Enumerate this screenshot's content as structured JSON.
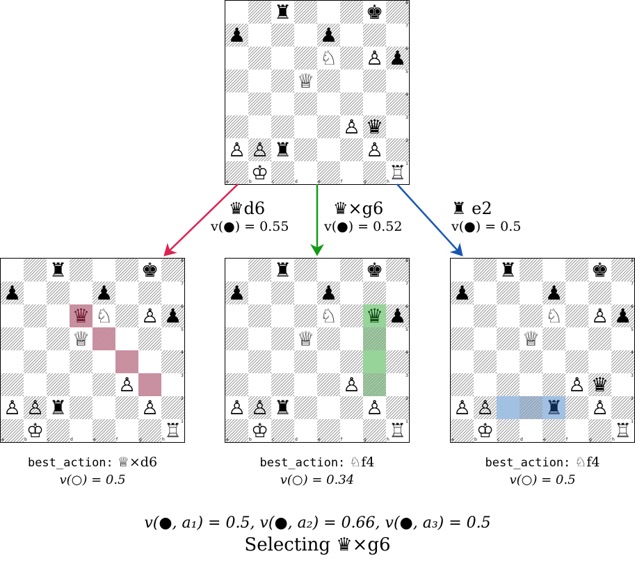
{
  "figure": {
    "description": "Chess search tree: root position expanded into three candidate black moves",
    "colors": {
      "red": "#e0204f",
      "green": "#139a14",
      "blue": "#1757b3",
      "hl_red": "#e18aa4",
      "hl_green": "#97d49a",
      "hl_blue": "#a2c0e2"
    }
  },
  "files": [
    "a",
    "b",
    "c",
    "d",
    "e",
    "f",
    "g",
    "h"
  ],
  "ranks": [
    "8",
    "7",
    "6",
    "5",
    "4",
    "3",
    "2",
    "1"
  ],
  "root_board": {
    "rows": [
      [
        "",
        "",
        "♜",
        "",
        "",
        "",
        "♚",
        ""
      ],
      [
        "♟",
        "",
        "",
        "",
        "♟",
        "",
        "",
        ""
      ],
      [
        "",
        "",
        "",
        "",
        "♘",
        "",
        "♙",
        "♟"
      ],
      [
        "",
        "",
        "",
        "♕",
        "",
        "",
        "",
        ""
      ],
      [
        "",
        "",
        "",
        "",
        "",
        "",
        "",
        ""
      ],
      [
        "",
        "",
        "",
        "",
        "",
        "♙",
        "♛",
        ""
      ],
      [
        "♙",
        "♙",
        "♜",
        "",
        "",
        "",
        "♙",
        ""
      ],
      [
        "",
        "♔",
        "",
        "",
        "",
        "",
        "",
        "♖"
      ]
    ]
  },
  "branches": [
    {
      "move_glyph": "♛",
      "move_text": "d6",
      "value_label": "v(●) = 0.55",
      "highlight": "red",
      "highlight_squares": [
        "d6",
        "e5",
        "f4",
        "g3"
      ],
      "tinted_square": "d6",
      "rows": [
        [
          "",
          "",
          "♜",
          "",
          "",
          "",
          "♚",
          ""
        ],
        [
          "♟",
          "",
          "",
          "",
          "♟",
          "",
          "",
          ""
        ],
        [
          "",
          "",
          "",
          "♛",
          "♘",
          "",
          "♙",
          "♟"
        ],
        [
          "",
          "",
          "",
          "♕",
          "",
          "",
          "",
          ""
        ],
        [
          "",
          "",
          "",
          "",
          "",
          "",
          "",
          ""
        ],
        [
          "",
          "",
          "",
          "",
          "",
          "♙",
          "",
          ""
        ],
        [
          "♙",
          "♙",
          "♜",
          "",
          "",
          "",
          "♙",
          ""
        ],
        [
          "",
          "♔",
          "",
          "",
          "",
          "",
          "",
          "♖"
        ]
      ],
      "best_action_label": "best_action:",
      "best_action_glyph": "♕",
      "best_action_text": "×d6",
      "opponent_value": "v(○) = 0.5"
    },
    {
      "move_glyph": "♛",
      "move_text": "×g6",
      "value_label": "v(●) = 0.52",
      "highlight": "green",
      "highlight_squares": [
        "g6",
        "g5",
        "g4",
        "g3"
      ],
      "tinted_square": "g6",
      "rows": [
        [
          "",
          "",
          "♜",
          "",
          "",
          "",
          "♚",
          ""
        ],
        [
          "♟",
          "",
          "",
          "",
          "♟",
          "",
          "",
          ""
        ],
        [
          "",
          "",
          "",
          "",
          "♘",
          "",
          "♛",
          "♟"
        ],
        [
          "",
          "",
          "",
          "♕",
          "",
          "",
          "",
          ""
        ],
        [
          "",
          "",
          "",
          "",
          "",
          "",
          "",
          ""
        ],
        [
          "",
          "",
          "",
          "",
          "",
          "♙",
          "",
          ""
        ],
        [
          "♙",
          "♙",
          "♜",
          "",
          "",
          "",
          "♙",
          ""
        ],
        [
          "",
          "♔",
          "",
          "",
          "",
          "",
          "",
          "♖"
        ]
      ],
      "best_action_label": "best_action:",
      "best_action_glyph": "♘",
      "best_action_text": "f4",
      "opponent_value": "v(○) = 0.34"
    },
    {
      "move_glyph": "♜",
      "move_text": "e2",
      "value_label": "v(●) = 0.5",
      "highlight": "blue",
      "highlight_squares": [
        "c2",
        "d2",
        "e2"
      ],
      "tinted_square": "e2",
      "rows": [
        [
          "",
          "",
          "♜",
          "",
          "",
          "",
          "♚",
          ""
        ],
        [
          "♟",
          "",
          "",
          "",
          "♟",
          "",
          "",
          ""
        ],
        [
          "",
          "",
          "",
          "",
          "♘",
          "",
          "♙",
          "♟"
        ],
        [
          "",
          "",
          "",
          "♕",
          "",
          "",
          "",
          ""
        ],
        [
          "",
          "",
          "",
          "",
          "",
          "",
          "",
          ""
        ],
        [
          "",
          "",
          "",
          "",
          "",
          "♙",
          "♛",
          ""
        ],
        [
          "♙",
          "♙",
          "",
          "",
          "♜",
          "",
          "♙",
          ""
        ],
        [
          "",
          "♔",
          "",
          "",
          "",
          "",
          "",
          "♖"
        ]
      ],
      "best_action_label": "best_action:",
      "best_action_glyph": "♘",
      "best_action_text": "f4",
      "opponent_value": "v(○) = 0.5"
    }
  ],
  "summary": {
    "values_line": "v(●, a₁) = 0.5,    v(●, a₂) = 0.66,    v(●, a₃) = 0.5",
    "selecting_label": "Selecting",
    "selecting_glyph": "♛",
    "selecting_text": "×g6"
  }
}
